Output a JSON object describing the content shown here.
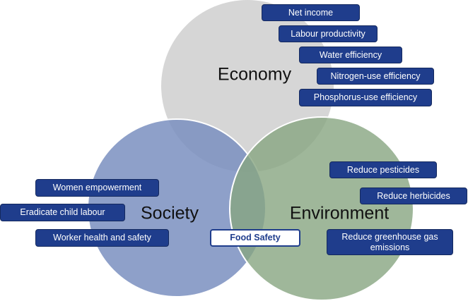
{
  "circles": {
    "economy": "Economy",
    "society": "Society",
    "environment": "Environment"
  },
  "colors": {
    "economy": "#d6d6d6",
    "society": "#8a9cc6",
    "environment": "#9bb594",
    "box": "#1f3d8c"
  },
  "economy_items": [
    "Net income",
    "Labour productivity",
    "Water efficiency",
    "Nitrogen-use efficiency",
    "Phosphorus-use  efficiency"
  ],
  "environment_items": [
    "Reduce pesticides",
    "Reduce  herbicides",
    "Reduce greenhouse gas emissions"
  ],
  "society_items": [
    "Women empowerment",
    "Eradicate child labour",
    "Worker health and safety"
  ],
  "center_item": "Food Safety"
}
